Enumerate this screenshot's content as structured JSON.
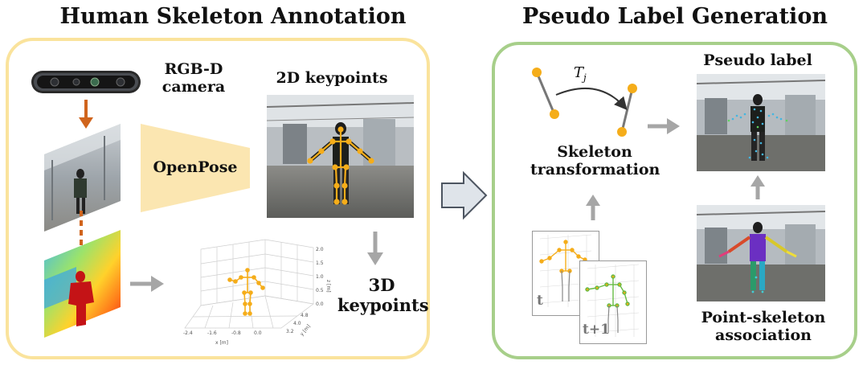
{
  "left": {
    "title": "Human Skeleton Annotation",
    "camera_label_line1": "RGB-D",
    "camera_label_line2": "camera",
    "openpose_label": "OpenPose",
    "keypoints2d_label": "2D keypoints",
    "keypoints3d_line1": "3D",
    "keypoints3d_line2": "keypoints",
    "plot3d": {
      "x_ticks": [
        "-2.4",
        "-1.6",
        "-0.8",
        "0.0"
      ],
      "y_ticks": [
        "3.2",
        "4.0",
        "4.8"
      ],
      "z_ticks": [
        "0.0",
        "0.5",
        "1.0",
        "1.5",
        "2.0"
      ],
      "x_label": "x [m]",
      "y_label": "y [m]",
      "z_label": "z [m]"
    }
  },
  "right": {
    "title": "Pseudo Label Generation",
    "transform_symbol": "T",
    "transform_subscript": "j",
    "skeleton_transform_line1": "Skeleton",
    "skeleton_transform_line2": "transformation",
    "frame_t_label": "t",
    "frame_t1_label": "t+1",
    "pseudo_label": "Pseudo label",
    "association_line1": "Point-skeleton",
    "association_line2": "association"
  },
  "colors": {
    "left_panel_border": "#fae39c",
    "right_panel_border": "#a7cf8a",
    "keypoint": "#f5ad1a",
    "arrow_gray": "#a6a6a6",
    "down_arrow_orange": "#d0641c",
    "openpose_trapezoid": "#fbe6b1"
  },
  "icons": [
    "camera-icon",
    "gray-arrow-icon",
    "orange-arrow-icon",
    "big-right-arrow-icon"
  ]
}
